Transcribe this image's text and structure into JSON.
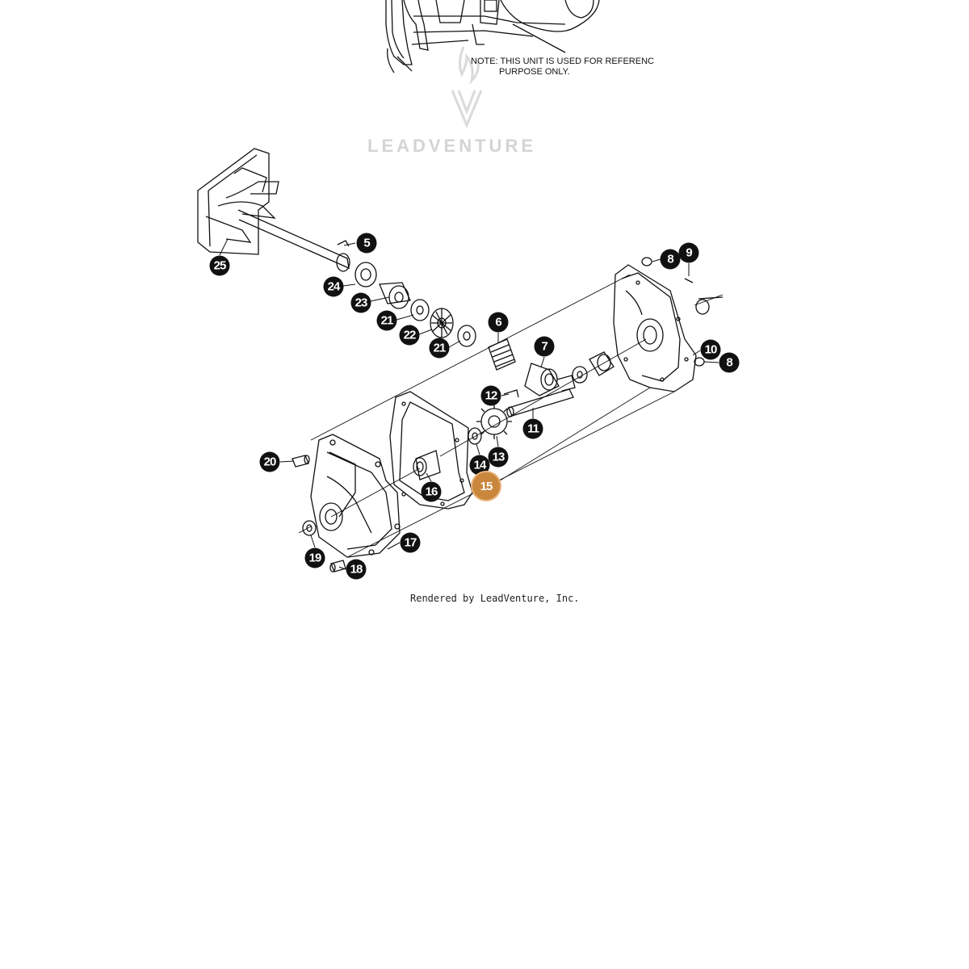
{
  "note": {
    "line1": "NOTE: THIS UNIT IS USED FOR REFERENC",
    "line2": "PURPOSE ONLY."
  },
  "watermark": {
    "text": "LEADVENTURE",
    "color": "#d4d4d4"
  },
  "credit": "Rendered by LeadVenture, Inc.",
  "highlight_color": "#c9863d",
  "callouts": [
    {
      "id": "callout-5",
      "label": "5"
    },
    {
      "id": "callout-25",
      "label": "25"
    },
    {
      "id": "callout-24",
      "label": "24"
    },
    {
      "id": "callout-23",
      "label": "23"
    },
    {
      "id": "callout-21a",
      "label": "21"
    },
    {
      "id": "callout-22",
      "label": "22"
    },
    {
      "id": "callout-21b",
      "label": "21"
    },
    {
      "id": "callout-6",
      "label": "6"
    },
    {
      "id": "callout-7",
      "label": "7"
    },
    {
      "id": "callout-8a",
      "label": "8"
    },
    {
      "id": "callout-9",
      "label": "9"
    },
    {
      "id": "callout-10",
      "label": "10"
    },
    {
      "id": "callout-8b",
      "label": "8"
    },
    {
      "id": "callout-12",
      "label": "12"
    },
    {
      "id": "callout-11",
      "label": "11"
    },
    {
      "id": "callout-13",
      "label": "13"
    },
    {
      "id": "callout-14",
      "label": "14"
    },
    {
      "id": "callout-15",
      "label": "15",
      "highlighted": true
    },
    {
      "id": "callout-16",
      "label": "16"
    },
    {
      "id": "callout-20",
      "label": "20"
    },
    {
      "id": "callout-17",
      "label": "17"
    },
    {
      "id": "callout-19",
      "label": "19"
    },
    {
      "id": "callout-18",
      "label": "18"
    }
  ]
}
